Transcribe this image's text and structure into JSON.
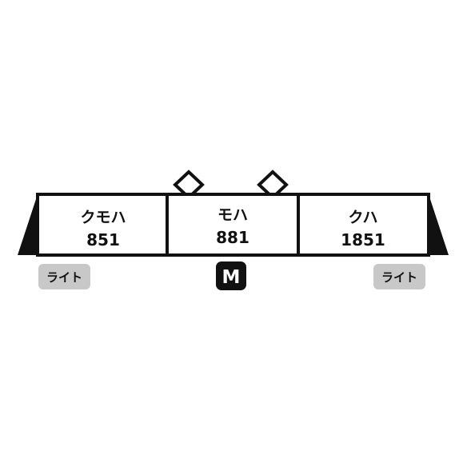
{
  "cars": [
    {
      "type_label": "クモハ",
      "number": "851"
    },
    {
      "type_label": "モハ",
      "number": "881"
    },
    {
      "type_label": "クハ",
      "number": "1851"
    }
  ],
  "badges": {
    "light_left": "ライト",
    "motor": "M",
    "light_right": "ライト"
  },
  "colors": {
    "outline": "#111111",
    "end_cab": "#111111",
    "light_badge_bg": "#c8c8c8",
    "motor_badge_bg": "#111111",
    "motor_badge_text": "#ffffff"
  }
}
